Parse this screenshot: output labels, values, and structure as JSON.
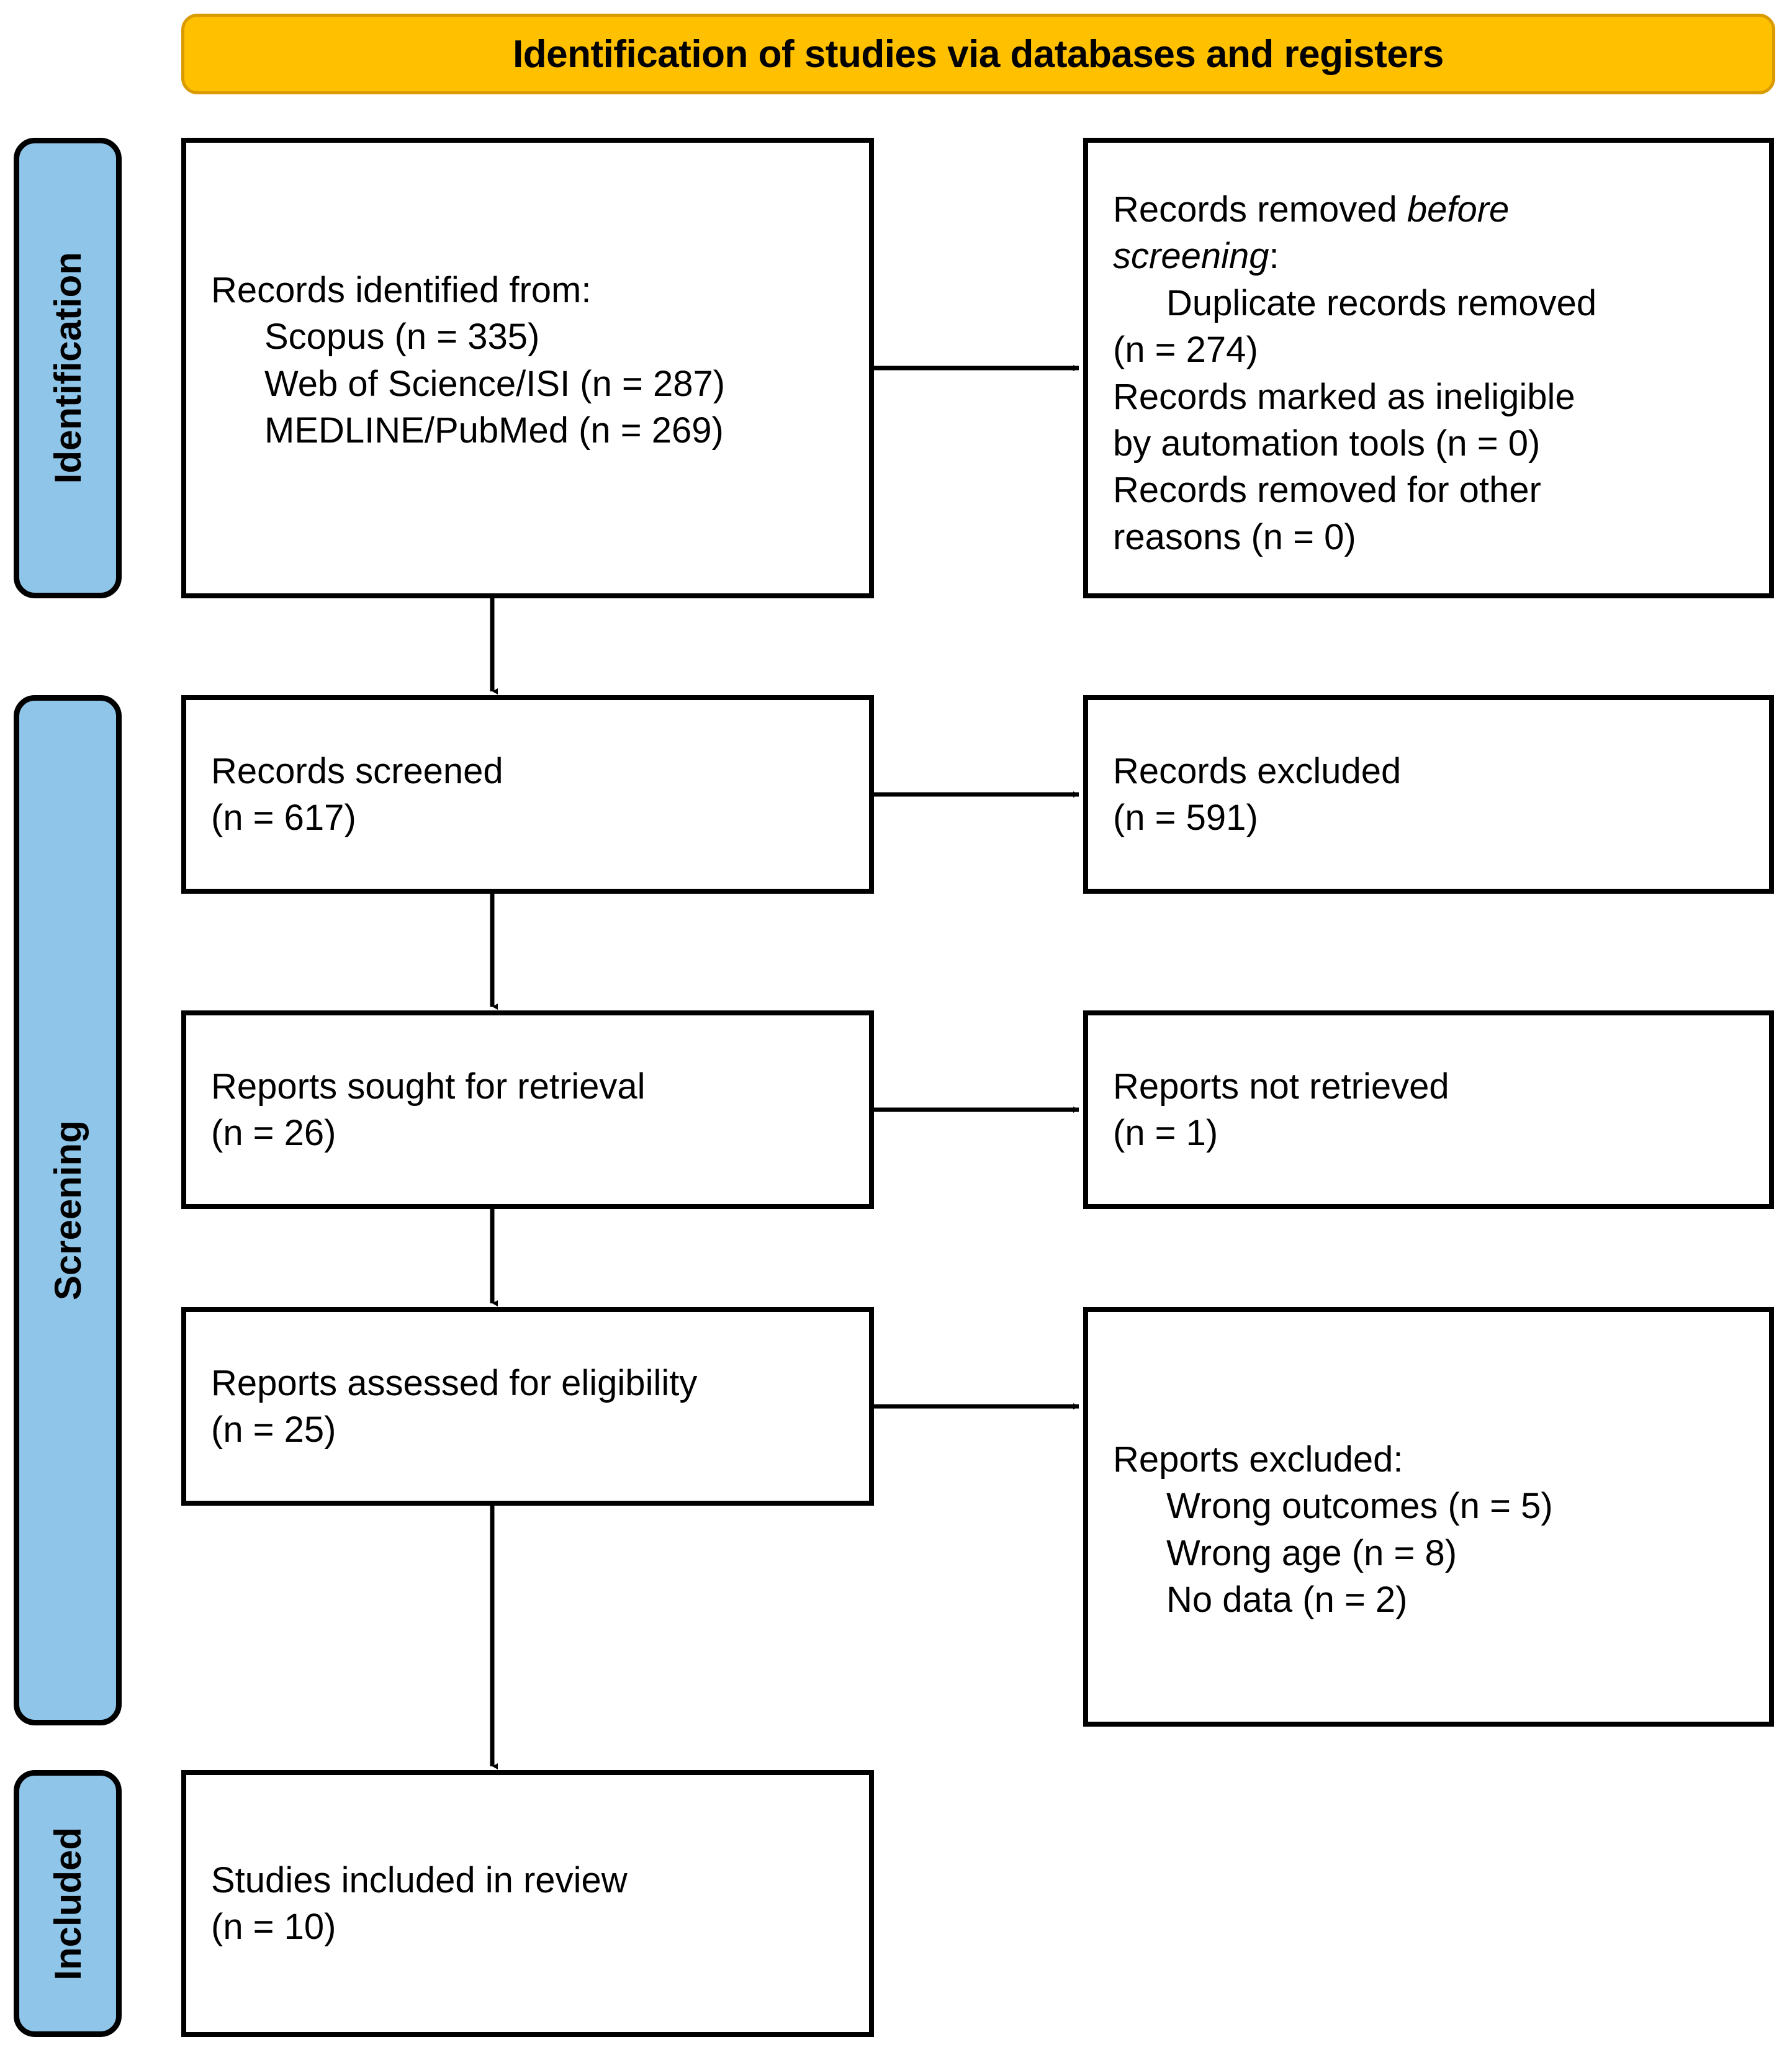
{
  "banner": {
    "title": "Identification of studies via databases and registers"
  },
  "stages": [
    {
      "id": "identification",
      "label": "Identification"
    },
    {
      "id": "screening",
      "label": "Screening"
    },
    {
      "id": "included",
      "label": "Included"
    }
  ],
  "boxes": {
    "identified": {
      "lines": [
        {
          "text": "Records identified from:",
          "indent": false,
          "italic": false
        },
        {
          "text": "Scopus (n = 335)",
          "indent": true,
          "italic": false
        },
        {
          "text": "Web of Science/ISI (n = 287)",
          "indent": true,
          "italic": false
        },
        {
          "text": "MEDLINE/PubMed (n = 269)",
          "indent": true,
          "italic": false
        }
      ]
    },
    "removed": {
      "lines": [
        {
          "text": "Records removed ",
          "indent": false,
          "italic": false,
          "trailing_italic": "before"
        },
        {
          "text": "screening",
          "indent": false,
          "italic": true,
          "trailing_plain": ":"
        },
        {
          "text": "Duplicate records removed",
          "indent": true,
          "italic": false
        },
        {
          "text": "(n = 274)",
          "indent": false,
          "italic": false
        },
        {
          "text": "Records marked as ineligible",
          "indent": false,
          "italic": false
        },
        {
          "text": "by automation tools (n = 0)",
          "indent": false,
          "italic": false
        },
        {
          "text": "Records removed for other",
          "indent": false,
          "italic": false
        },
        {
          "text": "reasons (n = 0)",
          "indent": false,
          "italic": false
        }
      ]
    },
    "screened": {
      "lines": [
        {
          "text": "Records screened",
          "indent": false,
          "italic": false
        },
        {
          "text": "(n = 617)",
          "indent": false,
          "italic": false
        }
      ]
    },
    "excluded_records": {
      "lines": [
        {
          "text": "Records excluded",
          "indent": false,
          "italic": false
        },
        {
          "text": "(n = 591)",
          "indent": false,
          "italic": false
        }
      ]
    },
    "sought": {
      "lines": [
        {
          "text": "Reports sought for retrieval",
          "indent": false,
          "italic": false
        },
        {
          "text": "(n = 26)",
          "indent": false,
          "italic": false
        }
      ]
    },
    "not_retrieved": {
      "lines": [
        {
          "text": "Reports not retrieved",
          "indent": false,
          "italic": false
        },
        {
          "text": "(n = 1)",
          "indent": false,
          "italic": false
        }
      ]
    },
    "assessed": {
      "lines": [
        {
          "text": "Reports assessed for eligibility",
          "indent": false,
          "italic": false
        },
        {
          "text": "(n = 25)",
          "indent": false,
          "italic": false
        }
      ]
    },
    "excluded_reports": {
      "lines": [
        {
          "text": "Reports excluded:",
          "indent": false,
          "italic": false
        },
        {
          "text": "Wrong outcomes (n = 5)",
          "indent": true,
          "italic": false
        },
        {
          "text": "Wrong age (n = 8)",
          "indent": true,
          "italic": false
        },
        {
          "text": "No data (n = 2)",
          "indent": true,
          "italic": false
        }
      ]
    },
    "included": {
      "lines": [
        {
          "text": "Studies included in review",
          "indent": false,
          "italic": false
        },
        {
          "text": "(n = 10)",
          "indent": false,
          "italic": false
        }
      ]
    }
  },
  "colors": {
    "banner_fill": "#FFC000",
    "banner_border": "#D99B00",
    "stage_fill": "#8FC5E8",
    "outline": "#000000",
    "box_fill": "#FFFFFF"
  },
  "flow": {
    "vertical_arrows": [
      {
        "from": "identified",
        "to": "screened"
      },
      {
        "from": "screened",
        "to": "sought"
      },
      {
        "from": "sought",
        "to": "assessed"
      },
      {
        "from": "assessed",
        "to": "included"
      }
    ],
    "horizontal_arrows": [
      {
        "from": "identified",
        "to": "removed"
      },
      {
        "from": "screened",
        "to": "excluded_records"
      },
      {
        "from": "sought",
        "to": "not_retrieved"
      },
      {
        "from": "assessed",
        "to": "excluded_reports"
      }
    ]
  }
}
